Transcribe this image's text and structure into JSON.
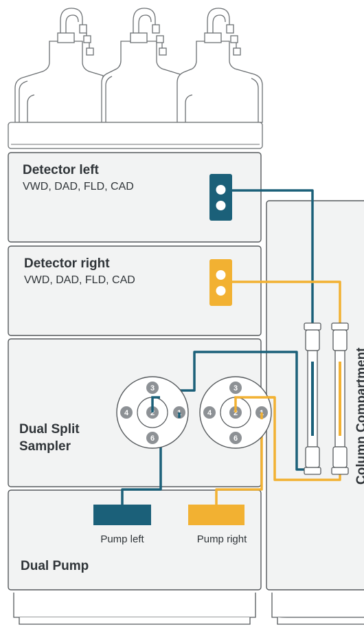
{
  "modules": {
    "detector_left": {
      "title": "Detector left",
      "subtitle": "VWD, DAD, FLD, CAD"
    },
    "detector_right": {
      "title": "Detector right",
      "subtitle": "VWD, DAD, FLD, CAD"
    },
    "sampler": {
      "title_line1": "Dual Split",
      "title_line2": "Sampler"
    },
    "pump": {
      "title": "Dual Pump",
      "left_label": "Pump left",
      "right_label": "Pump right"
    },
    "column": {
      "title": "Column Compartment"
    }
  },
  "valve_ports": {
    "left": [
      "3",
      "4",
      "2",
      "1",
      "6"
    ],
    "right": [
      "3",
      "4",
      "2",
      "1",
      "6"
    ]
  },
  "colors": {
    "left_channel": "#1b6079",
    "right_channel": "#f2b132",
    "module_fill": "#f2f3f3",
    "outline": "#55595c",
    "port_fill": "#8d9195"
  }
}
